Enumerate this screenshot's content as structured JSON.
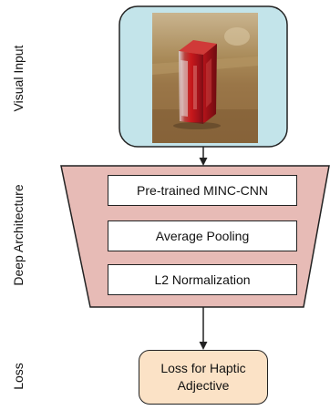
{
  "side_labels": {
    "visual_input": "Visual Input",
    "deep_architecture": "Deep Architecture",
    "loss": "Loss"
  },
  "visual_input_image": {
    "icon": "red-metal-block-photo"
  },
  "layers": [
    "Pre-trained MINC-CNN",
    "Average Pooling",
    "L2 Normalization"
  ],
  "loss_box": {
    "line1": "Loss for Haptic",
    "line2": "Adjective"
  },
  "colors": {
    "input_panel": "#c3e4ea",
    "architecture": "#e7bbb6",
    "loss_box": "#fbe2c6",
    "stroke": "#222222"
  }
}
